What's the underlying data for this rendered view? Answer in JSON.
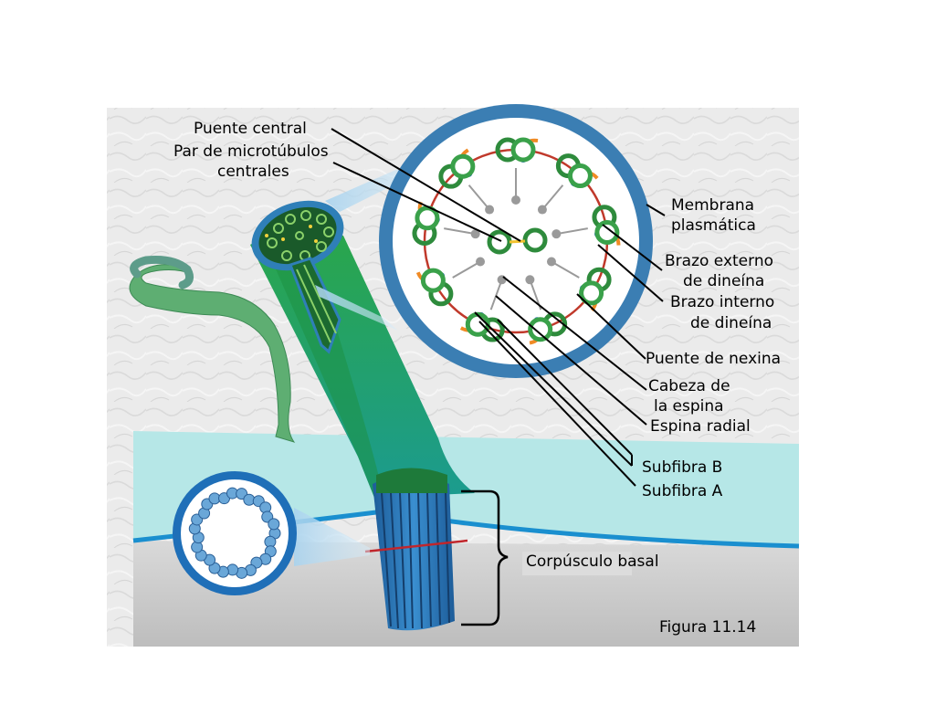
{
  "figure": {
    "caption": "Figura 11.14",
    "labels": {
      "puente_central": "Puente central",
      "par_microtubulos_1": "Par de microtúbulos",
      "par_microtubulos_2": "centrales",
      "membrana_1": "Membrana",
      "membrana_2": "plasmática",
      "brazo_externo_1": "Brazo externo",
      "brazo_externo_2": "de dineína",
      "brazo_interno_1": "Brazo interno",
      "brazo_interno_2": "de dineína",
      "puente_nexina": "Puente de nexina",
      "cabeza_espina_1": "Cabeza de",
      "cabeza_espina_2": "la espina",
      "espina_radial": "Espina radial",
      "subfibra_b": "Subfibra B",
      "subfibra_a": "Subfibra A",
      "corpusculo_basal": "Corpúsculo basal"
    }
  },
  "colors": {
    "background_texture": "#e9e9e9",
    "cell_surface": "#b5e6e6",
    "membrane_line": "#1a8fcf",
    "cytoplasm": "#cfcfcf",
    "cilium_green": "#22a04a",
    "ring_blue": "#3c7fb3",
    "doublet_green": "#2e8b3c",
    "dynein_orange": "#f08a24",
    "radial_gray": "#9a9a9a",
    "nexin_red": "#c0392b",
    "basal_blue": "#2a6fb0"
  }
}
